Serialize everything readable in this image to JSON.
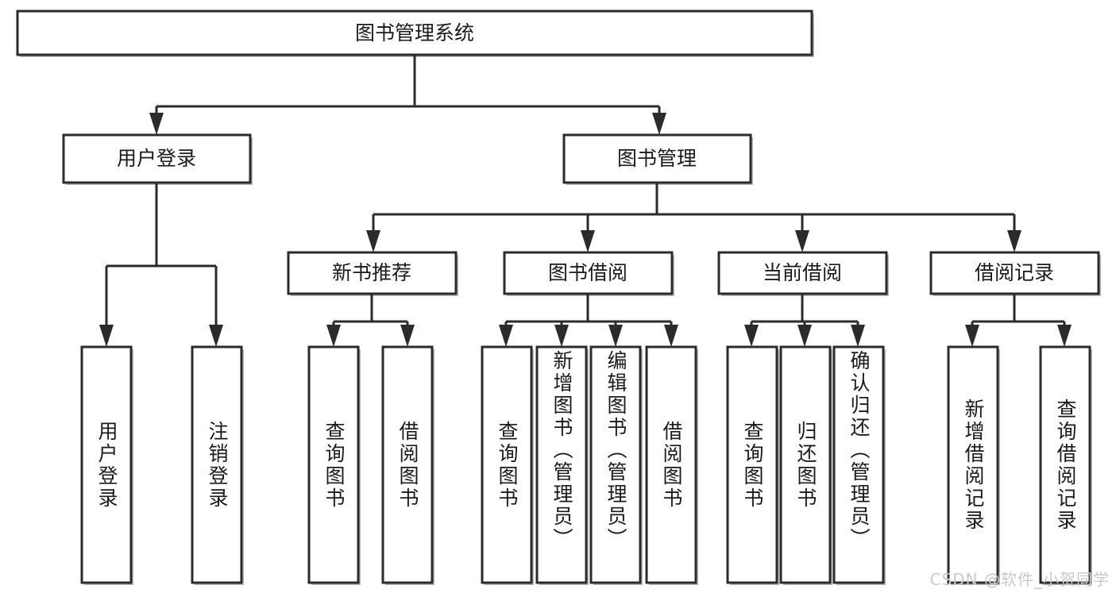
{
  "diagram": {
    "title": "图书管理系统",
    "type": "tree",
    "orientation": "top-down",
    "colors": {
      "box_fill": "#ffffff",
      "box_stroke": "#2b2b2b",
      "text": "#1a1a1a",
      "watermark": "#c9c9c9",
      "background": "#ffffff"
    },
    "root": {
      "id": "root",
      "label": "图书管理系统"
    },
    "level2": [
      {
        "id": "user-login",
        "label": "用户登录"
      },
      {
        "id": "book-management",
        "label": "图书管理"
      }
    ],
    "level3": [
      {
        "id": "new-book-recommend",
        "label": "新书推荐",
        "parent": "book-management"
      },
      {
        "id": "book-borrow",
        "label": "图书借阅",
        "parent": "book-management"
      },
      {
        "id": "current-borrow",
        "label": "当前借阅",
        "parent": "book-management"
      },
      {
        "id": "borrow-record",
        "label": "借阅记录",
        "parent": "book-management"
      }
    ],
    "leaves": {
      "user_login": [
        {
          "id": "leaf-user-login",
          "label": "用户登录"
        },
        {
          "id": "leaf-logout",
          "label": "注销登录"
        }
      ],
      "new_book_recommend": [
        {
          "id": "leaf-query-book-1",
          "label": "查询图书"
        },
        {
          "id": "leaf-borrow-book-1",
          "label": "借阅图书"
        }
      ],
      "book_borrow": [
        {
          "id": "leaf-query-book-2",
          "label": "查询图书"
        },
        {
          "id": "leaf-add-book",
          "label": "新增图书（管理员）"
        },
        {
          "id": "leaf-edit-book",
          "label": "编辑图书（管理员）"
        },
        {
          "id": "leaf-borrow-book-2",
          "label": "借阅图书"
        }
      ],
      "current_borrow": [
        {
          "id": "leaf-query-book-3",
          "label": "查询图书"
        },
        {
          "id": "leaf-return-book",
          "label": "归还图书"
        },
        {
          "id": "leaf-confirm-return",
          "label": "确认归还（管理员）"
        }
      ],
      "borrow_record": [
        {
          "id": "leaf-add-record",
          "label": "新增借阅记录"
        },
        {
          "id": "leaf-query-record",
          "label": "查询借阅记录"
        }
      ]
    }
  },
  "watermark": {
    "text": "CSDN @软件_小贺同学"
  }
}
